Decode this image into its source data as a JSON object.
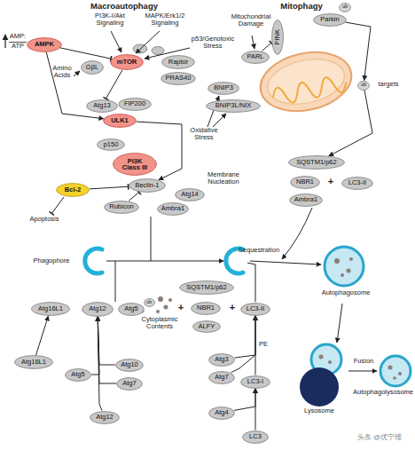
{
  "diagram": {
    "nodes": [
      {
        "text": [
          "AMPK"
        ]
      },
      {
        "text": [
          "Parkin"
        ]
      },
      {
        "text": [
          "ub"
        ]
      },
      {
        "text": [
          "PINK"
        ]
      },
      {
        "text": [
          "PARL"
        ]
      },
      {
        "text": [
          "mTOR"
        ]
      },
      {
        "text": [
          "GβL"
        ]
      },
      {
        "text": [
          "Raptor"
        ]
      },
      {
        "text": [
          "PRAS40"
        ]
      },
      {
        "text": [
          "BNIP3"
        ]
      },
      {
        "text": [
          "ub"
        ]
      },
      {
        "text": [
          "BNIP3L/NIX"
        ]
      },
      {
        "text": [
          "Atg13"
        ]
      },
      {
        "text": [
          "FIP200"
        ]
      },
      {
        "text": [
          "ULK1"
        ]
      },
      {
        "text": [
          "p150"
        ]
      },
      {
        "text": [
          "PI3K Class III"
        ]
      },
      {
        "text": [
          "SQSTM1/p62"
        ]
      },
      {
        "text": [
          "Beclin-1"
        ]
      },
      {
        "text": [
          "NBR1"
        ]
      },
      {
        "text": [
          "LC3-II"
        ]
      },
      {
        "text": [
          "Bcl-2"
        ]
      },
      {
        "text": [
          "Atg14"
        ]
      },
      {
        "text": [
          "Ambra1"
        ]
      },
      {
        "text": [
          "Rubicon"
        ]
      },
      {
        "text": [
          "Ambra1"
        ]
      },
      {
        "text": [
          "SQSTM1/p62"
        ]
      },
      {
        "text": [
          "ub"
        ]
      },
      {
        "text": [
          "Atg16L1"
        ]
      },
      {
        "text": [
          "Atg12"
        ]
      },
      {
        "text": [
          "Atg5"
        ]
      },
      {
        "text": [
          "NBR1"
        ]
      },
      {
        "text": [
          "LC3-II"
        ]
      },
      {
        "text": [
          "ALFY"
        ]
      },
      {
        "text": [
          "Atg16L1"
        ]
      },
      {
        "text": [
          "Atg10"
        ]
      },
      {
        "text": [
          "Atg3"
        ]
      },
      {
        "text": [
          "Atg5"
        ]
      },
      {
        "text": [
          "Atg7"
        ]
      },
      {
        "text": [
          "Atg7"
        ]
      },
      {
        "text": [
          "LC3-I"
        ]
      },
      {
        "text": [
          "Atg4"
        ]
      },
      {
        "text": [
          "Atg12"
        ]
      },
      {
        "text": [
          "LC3"
        ]
      }
    ],
    "edges": [
      {
        "from": 0,
        "to": 5,
        "arrow": "to"
      },
      {
        "from": 0,
        "to": 14,
        "arrow": "to"
      },
      {
        "from": 5,
        "to": 12,
        "arrow": "to"
      },
      {
        "from": 14,
        "to": 18,
        "arrow": "to"
      },
      {
        "from": 21,
        "to": 18,
        "arrow": "to"
      },
      {
        "from": 24,
        "to": 18,
        "arrow": "to"
      },
      {
        "from": 4,
        "to": 3,
        "arrow": "to"
      },
      {
        "from": 1,
        "to": 10,
        "arrow": "to"
      },
      {
        "from": 10,
        "to": 17,
        "arrow": "to"
      },
      {
        "from": 34,
        "to": 28,
        "arrow": "to"
      },
      {
        "from": 37,
        "to": 29,
        "arrow": "to"
      },
      {
        "from": 35,
        "to": 29,
        "arrow": "to"
      },
      {
        "from": 38,
        "to": 29,
        "arrow": "to"
      },
      {
        "from": 42,
        "to": 29,
        "arrow": "to"
      },
      {
        "from": 36,
        "to": 32,
        "arrow": "to"
      },
      {
        "from": 39,
        "to": 32,
        "arrow": "to"
      },
      {
        "from": 40,
        "to": 32,
        "arrow": "to",
        "label": "PE"
      },
      {
        "from": 41,
        "to": 40,
        "arrow": "to"
      },
      {
        "from": 43,
        "to": 40,
        "arrow": "to"
      }
    ],
    "labels": [
      "Macroautophagy",
      "Mitophagy",
      "AMP:",
      "ATP",
      "PI3K-I/Akt Signaling",
      "MAPK/Erk1/2 Signaling",
      "Mitochondrial Damage",
      "p53/Genotoxic Stress",
      "Amino Acids",
      "targets",
      "Oxidative Stress",
      "+",
      "Membrane Nucleation",
      "Apoptosis",
      "Sequestration",
      "Phagophore",
      "Autophagosome",
      "+",
      "Cytoplasmic Contents",
      "+",
      "Fusion",
      "Autophagolysosome",
      "Lysosome",
      "头条 @优宁维"
    ]
  }
}
